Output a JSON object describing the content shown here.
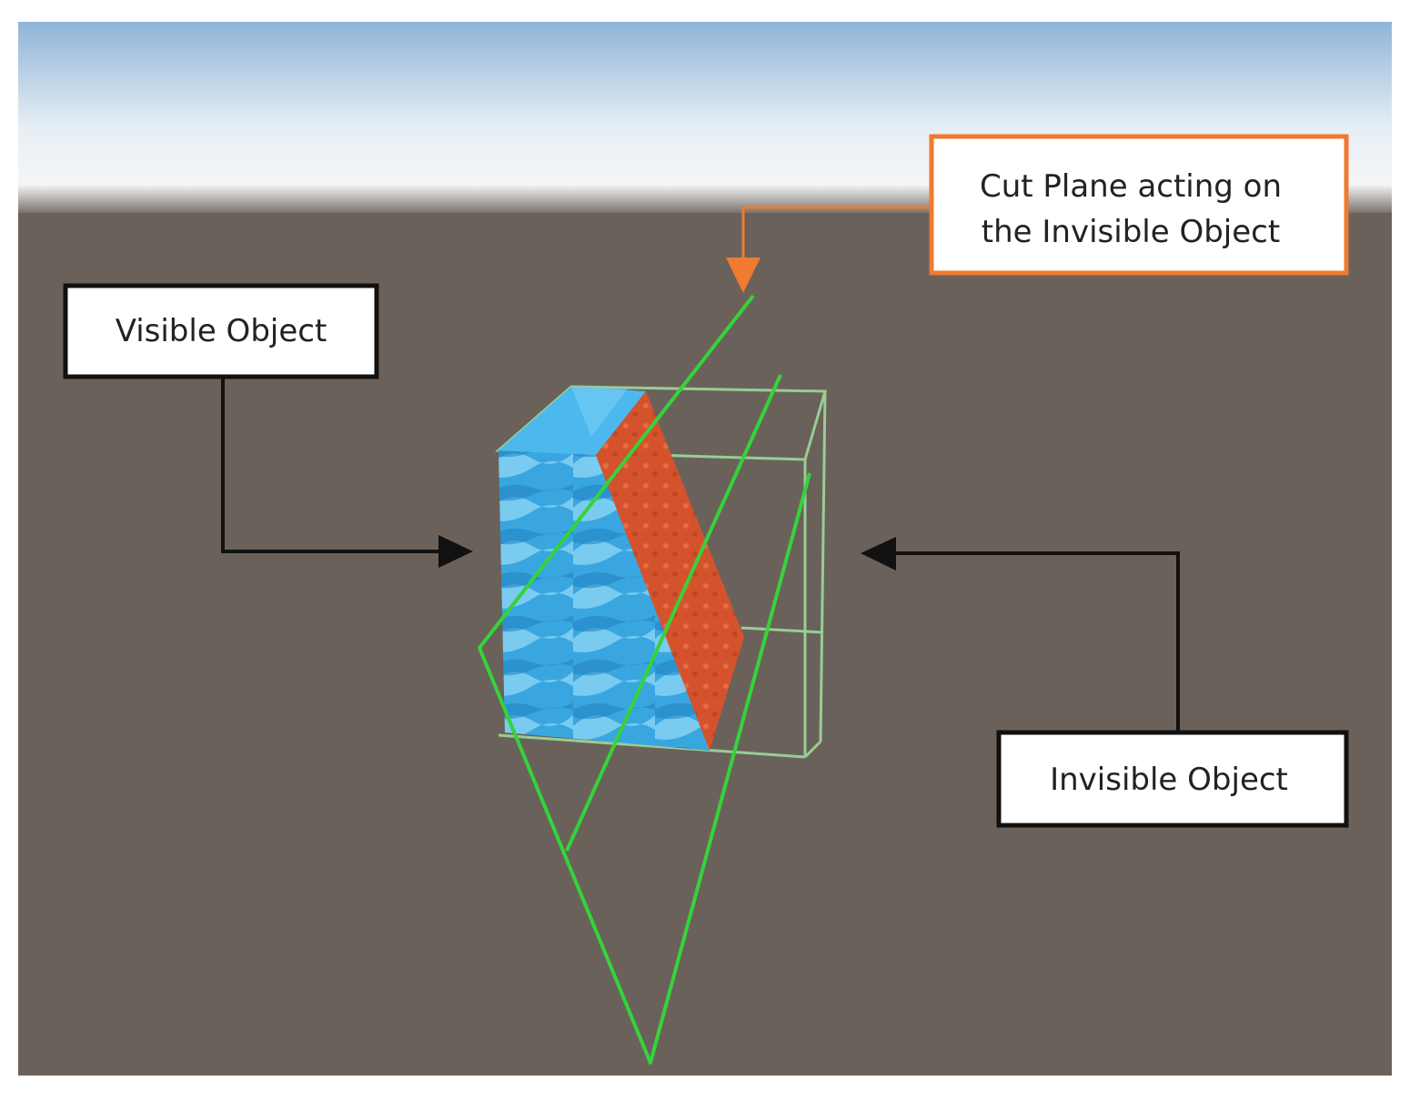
{
  "labels": {
    "visible_object": "Visible Object",
    "invisible_object": "Invisible Object",
    "cut_plane_line1": "Cut Plane acting on",
    "cut_plane_line2": "the Invisible Object"
  },
  "colors": {
    "ground": "#6a615b",
    "sky_top": "#8fb4d8",
    "sky_horizon": "#f2f5f7",
    "visible_object": "#3aa6e0",
    "cut_face": "#d5532c",
    "wireframe": "#9ed99a",
    "cut_plane": "#35d33a",
    "callout_orange": "#ef7a30",
    "callout_black": "#111111"
  }
}
